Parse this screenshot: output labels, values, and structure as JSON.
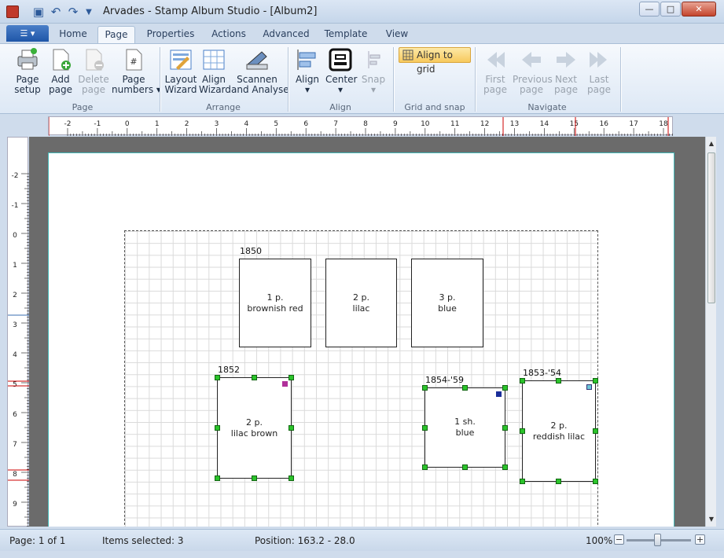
{
  "window": {
    "title": "Arvades - Stamp Album Studio - [Album2]",
    "min_glyph": "—",
    "max_glyph": "□",
    "close_glyph": "✕"
  },
  "quick_access": {
    "save_icon": "save-icon",
    "undo_icon": "undo-icon",
    "redo_icon": "redo-icon",
    "customize_icon": "chevron-down-icon"
  },
  "file_menu": {
    "icon": "☰ ▾"
  },
  "tabs": [
    "Home",
    "Page",
    "Properties",
    "Actions",
    "Advanced",
    "Template",
    "View"
  ],
  "active_tab": "Page",
  "ribbon": {
    "page_group": {
      "label": "Page",
      "setup": "Page\nsetup",
      "add": "Add\npage",
      "delete": "Delete\npage",
      "numbers": "Page\nnumbers ▾"
    },
    "arrange_group": {
      "label": "Arrange",
      "layout_wizard": "Layout\nWizard",
      "align_wizard": "Align\nWizard",
      "scan": "Scannen\nand Analyse"
    },
    "align_group": {
      "label": "Align",
      "align": "Align\n▾",
      "center": "Center\n▾",
      "snap": "Snap\n▾"
    },
    "grid_group": {
      "label": "Grid and snap",
      "align_to_grid": "Align to grid"
    },
    "navigate_group": {
      "label": "Navigate",
      "first": "First\npage",
      "previous": "Previous\npage",
      "next": "Next\npage",
      "last": "Last\npage"
    }
  },
  "ruler": {
    "h_labels": [
      "-2",
      "-1",
      "0",
      "1",
      "2",
      "3",
      "4",
      "5",
      "6",
      "7",
      "8",
      "9",
      "10",
      "11",
      "12",
      "13",
      "14",
      "15",
      "16",
      "17",
      "18"
    ],
    "v_labels": [
      "-2",
      "-1",
      "0",
      "1",
      "2",
      "3",
      "4",
      "5",
      "6",
      "7",
      "8",
      "9"
    ]
  },
  "album": {
    "groups": [
      {
        "year": "1850",
        "stamps": [
          {
            "line1": "1 p.",
            "line2": "brownish red"
          },
          {
            "line1": "2 p.",
            "line2": "lilac"
          },
          {
            "line1": "3 p.",
            "line2": "blue"
          }
        ]
      },
      {
        "year": "1852",
        "stamps": [
          {
            "line1": "2 p.",
            "line2": "lilac brown"
          }
        ]
      },
      {
        "year": "1854-'59",
        "stamps": [
          {
            "line1": "1 sh.",
            "line2": "blue"
          }
        ]
      },
      {
        "year": "1853-'54",
        "stamps": [
          {
            "line1": "2 p.",
            "line2": "reddish lilac"
          }
        ]
      }
    ]
  },
  "status": {
    "page": "Page: 1 of 1",
    "items_selected": "Items selected: 3",
    "position": "Position: 163.2 - 28.0",
    "zoom": "100%",
    "zoom_level": 1.0,
    "zoom_minus": "−",
    "zoom_plus": "+"
  },
  "colors": {
    "accent": "#1f56a8",
    "selection_handle": "#2bc32b",
    "page_border": "#44b8b8",
    "highlight": "#f7c95d"
  }
}
